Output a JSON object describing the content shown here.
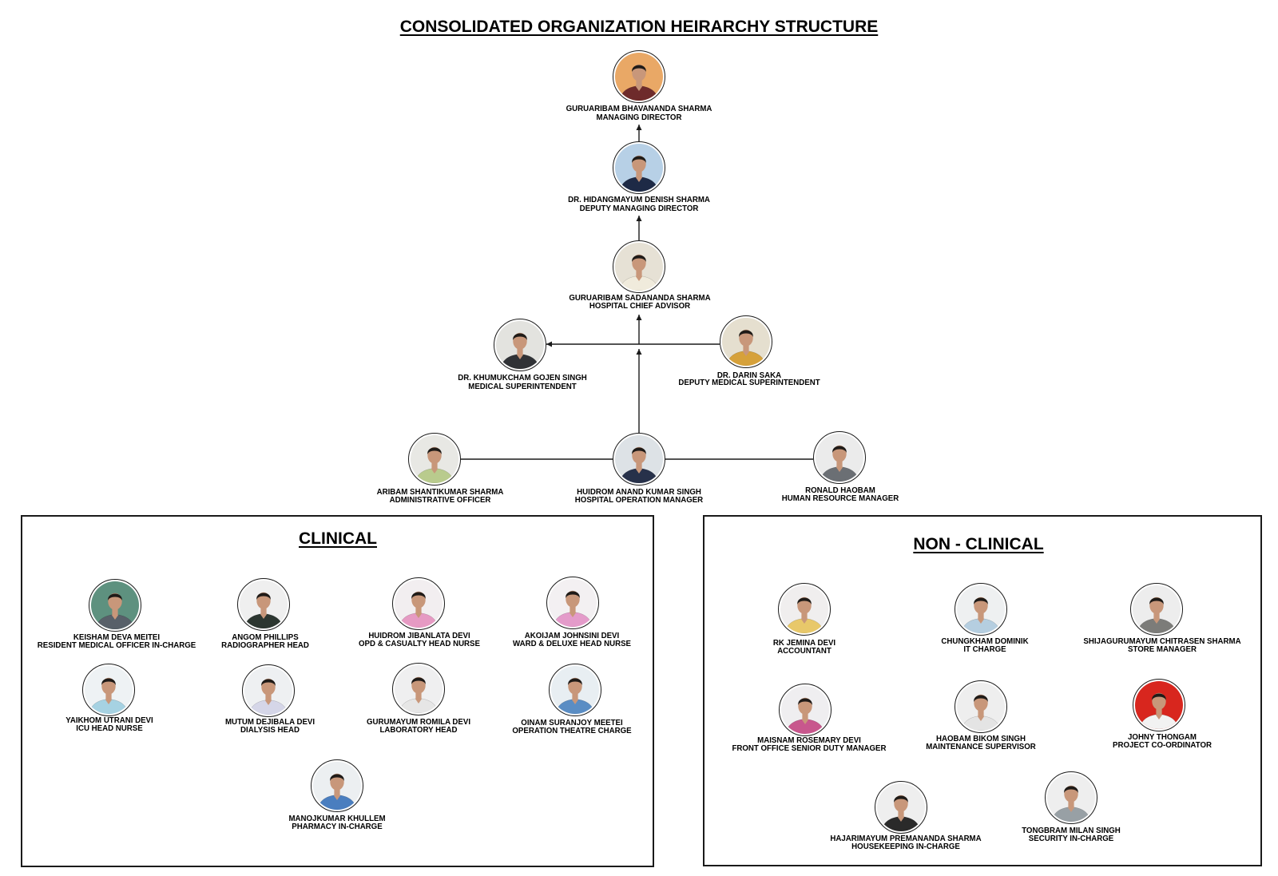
{
  "title": "CONSOLIDATED ORGANIZATION HEIRARCHY STRUCTURE",
  "colors": {
    "text": "#000000",
    "connector": "#1a1a1a",
    "page": "#ffffff",
    "skin": "#c8977a",
    "hair": "#1f1b18"
  },
  "leadership": [
    {
      "name": "GURUARIBAM BHAVANANDA SHARMA",
      "role": "MANAGING DIRECTOR",
      "photo": {
        "bg": "#e9a866",
        "clothing": "#6e2b2b"
      }
    },
    {
      "name": "DR. HIDANGMAYUM DENISH SHARMA",
      "role": "DEPUTY MANAGING DIRECTOR",
      "photo": {
        "bg": "#b7d0e6",
        "clothing": "#1e2a46"
      }
    },
    {
      "name": "GURUARIBAM SADANANDA SHARMA",
      "role": "HOSPITAL CHIEF ADVISOR",
      "photo": {
        "bg": "#e6e1d5",
        "clothing": "#f0ebdc"
      }
    },
    {
      "name": "DR. KHUMUKCHAM GOJEN SINGH",
      "role": "MEDICAL SUPERINTENDENT",
      "photo": {
        "bg": "#e3e3df",
        "clothing": "#303236"
      }
    },
    {
      "name": "DR. DARIN SAKA",
      "role": "DEPUTY MEDICAL SUPERINTENDENT",
      "photo": {
        "bg": "#e5dfcf",
        "clothing": "#d6a13a"
      }
    },
    {
      "name": "ARIBAM SHANTIKUMAR SHARMA",
      "role": "ADMINISTRATIVE OFFICER",
      "photo": {
        "bg": "#e8e8e4",
        "clothing": "#b9cb8d"
      }
    },
    {
      "name": "HUIDROM ANAND KUMAR SINGH",
      "role": "HOSPITAL OPERATION MANAGER",
      "photo": {
        "bg": "#dde2e6",
        "clothing": "#27314a"
      }
    },
    {
      "name": "RONALD HAOBAM",
      "role": "HUMAN RESOURCE MANAGER",
      "photo": {
        "bg": "#ebebeb",
        "clothing": "#6b6f74"
      }
    }
  ],
  "clinical": {
    "heading": "CLINICAL",
    "staff": [
      {
        "name": "KEISHAM DEVA MEITEI",
        "role": "RESIDENT MEDICAL OFFICER IN-CHARGE",
        "photo": {
          "bg": "#5e917f",
          "clothing": "#586069"
        }
      },
      {
        "name": "ANGOM PHILLIPS",
        "role": "RADIOGRAPHER HEAD",
        "photo": {
          "bg": "#efefef",
          "clothing": "#2c3630"
        }
      },
      {
        "name": "HUIDROM JIBANLATA DEVI",
        "role": "OPD & CASUALTY HEAD NURSE",
        "photo": {
          "bg": "#f2eef0",
          "clothing": "#e69ac3"
        }
      },
      {
        "name": "AKOIJAM JOHNSINI DEVI",
        "role": "WARD & DELUXE HEAD NURSE",
        "photo": {
          "bg": "#f3f0f2",
          "clothing": "#e49bca"
        }
      },
      {
        "name": "YAIKHOM UTRANI DEVI",
        "role": "ICU HEAD NURSE",
        "photo": {
          "bg": "#eef2f4",
          "clothing": "#a6d2e2"
        }
      },
      {
        "name": "MUTUM DEJIBALA DEVI",
        "role": "DIALYSIS HEAD",
        "photo": {
          "bg": "#eef0f2",
          "clothing": "#d5d6e8"
        }
      },
      {
        "name": "GURUMAYUM ROMILA DEVI",
        "role": "LABORATORY HEAD",
        "photo": {
          "bg": "#efeff0",
          "clothing": "#e6e6e6"
        }
      },
      {
        "name": "OINAM SURANJOY MEETEI",
        "role": "OPERATION THEATRE CHARGE",
        "photo": {
          "bg": "#e8eef2",
          "clothing": "#5a8dc4"
        }
      },
      {
        "name": "MANOJKUMAR KHULLEM",
        "role": "PHARMACY IN-CHARGE",
        "photo": {
          "bg": "#eceff1",
          "clothing": "#4a7ebf"
        }
      }
    ]
  },
  "non_clinical": {
    "heading": "NON - CLINICAL",
    "staff": [
      {
        "name": "RK JEMINA DEVI",
        "role": "ACCOUNTANT",
        "photo": {
          "bg": "#f0eeee",
          "clothing": "#e8c86a"
        }
      },
      {
        "name": "CHUNGKHAM DOMINIK",
        "role": "IT CHARGE",
        "photo": {
          "bg": "#eef0f1",
          "clothing": "#b5cee0"
        }
      },
      {
        "name": "SHIJAGURUMAYUM CHITRASEN SHARMA",
        "role": "STORE MANAGER",
        "photo": {
          "bg": "#ededed",
          "clothing": "#7c7c79"
        }
      },
      {
        "name": "MAISNAM ROSEMARY DEVI",
        "role": "FRONT OFFICE SENIOR DUTY MANAGER",
        "photo": {
          "bg": "#efeef0",
          "clothing": "#c8578d"
        }
      },
      {
        "name": "HAOBAM BIKOM SINGH",
        "role": "MAINTENANCE SUPERVISOR",
        "photo": {
          "bg": "#eeeeee",
          "clothing": "#e4e4e4"
        }
      },
      {
        "name": "JOHNY THONGAM",
        "role": "PROJECT CO-ORDINATOR",
        "photo": {
          "bg": "#d8261e",
          "clothing": "#f2f2f2"
        }
      },
      {
        "name": "HAJARIMAYUM PREMANANDA SHARMA",
        "role": "HOUSEKEEPING IN-CHARGE",
        "photo": {
          "bg": "#eeeeee",
          "clothing": "#2a2a2a"
        }
      },
      {
        "name": "TONGBRAM MILAN SINGH",
        "role": "SECURITY IN-CHARGE",
        "photo": {
          "bg": "#eeeeee",
          "clothing": "#98a0a5"
        }
      }
    ]
  }
}
